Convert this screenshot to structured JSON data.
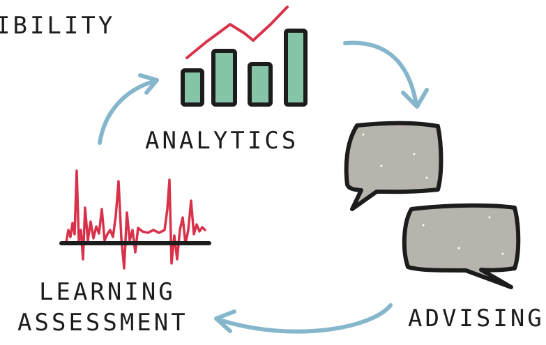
{
  "diagram": {
    "fragment_title": "IBILITY",
    "nodes": [
      {
        "id": "analytics",
        "label": "ANALYTICS",
        "icon": "bar-chart-icon"
      },
      {
        "id": "advising",
        "label": "ADVISING",
        "icon": "speech-bubbles-icon"
      },
      {
        "id": "learning_assessment",
        "label_lines": [
          "LEARNING",
          "ASSESSMENT"
        ],
        "icon": "waveform-icon"
      }
    ],
    "cycle": [
      "analytics",
      "advising",
      "learning_assessment",
      "analytics"
    ]
  },
  "colors": {
    "ink": "#1c1c1c",
    "bar_fill": "#86c4a7",
    "trend_line": "#d8324a",
    "waveform": "#d8324a",
    "bubble_fill": "#b7b3ad",
    "arrow": "#86b6cc"
  }
}
